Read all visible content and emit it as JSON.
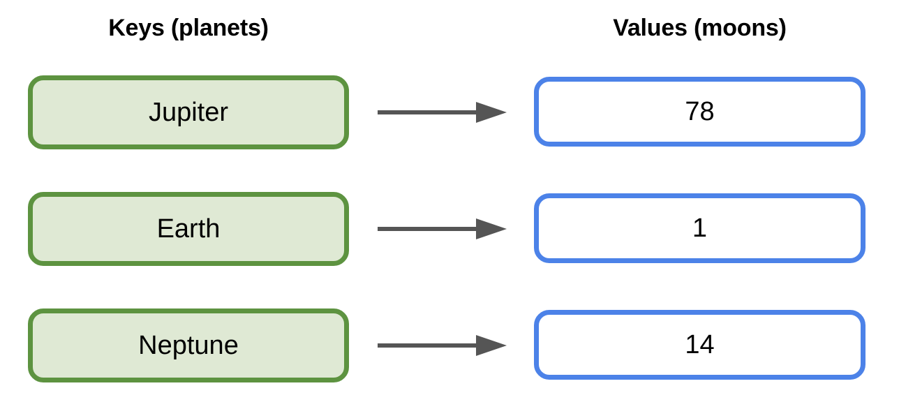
{
  "headers": {
    "keys": "Keys (planets)",
    "values": "Values (moons)"
  },
  "colors": {
    "key_border": "#5d9340",
    "key_fill": "#dfe9d4",
    "value_border": "#4c82e8",
    "value_fill": "#ffffff",
    "arrow": "#555555",
    "text": "#000000",
    "background": "#ffffff"
  },
  "rows": [
    {
      "key": "Jupiter",
      "value": "78",
      "arrow_icon": "right-arrow-icon"
    },
    {
      "key": "Earth",
      "value": "1",
      "arrow_icon": "right-arrow-icon"
    },
    {
      "key": "Neptune",
      "value": "14",
      "arrow_icon": "right-arrow-icon"
    }
  ]
}
